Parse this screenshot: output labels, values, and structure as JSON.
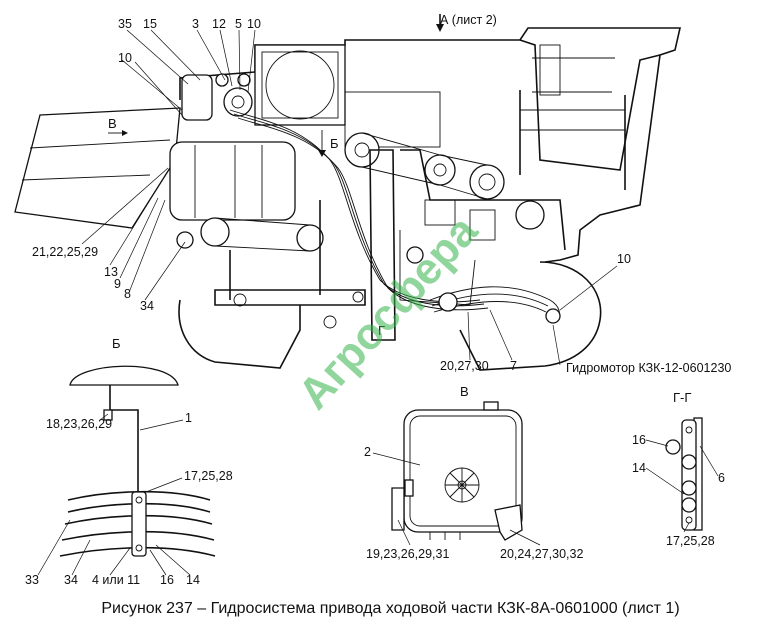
{
  "figure": {
    "caption": "Рисунок 237 – Гидросистема привода ходовой части КЗК-8А-0601000 (лист 1)",
    "watermark": "Агросфера",
    "watermark_color": "#36b34a"
  },
  "main_view": {
    "view_arrow_label": "А (лист 2)",
    "section_marks": [
      "В",
      "Б",
      "Г"
    ],
    "callouts": [
      "35",
      "15",
      "3",
      "12",
      "5",
      "10",
      "10",
      "21,22,25,29",
      "13",
      "9",
      "8",
      "34",
      "10",
      "20,27,30",
      "7"
    ],
    "hydromotor_label": "Гидромотор КЗК-12-0601230"
  },
  "view_b_detail": {
    "title": "Б",
    "callouts": [
      "1",
      "18,23,26,29",
      "17,25,28",
      "33",
      "34",
      "4 или 11",
      "16",
      "14"
    ]
  },
  "view_v_detail": {
    "title": "В",
    "callouts": [
      "2",
      "19,23,26,29,31",
      "20,24,27,30,32"
    ]
  },
  "view_g_detail": {
    "title": "Г-Г",
    "callouts": [
      "16",
      "14",
      "6",
      "17,25,28"
    ]
  }
}
